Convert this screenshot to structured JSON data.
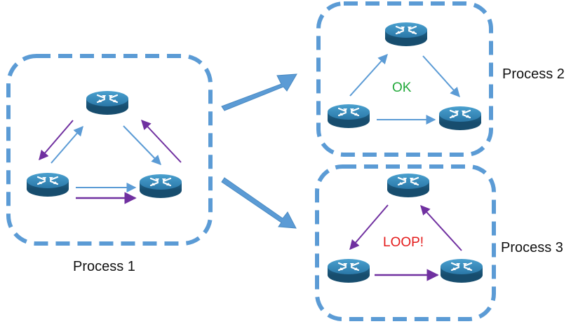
{
  "colors": {
    "frame": "#5b9bd5",
    "blue_arrow": "#5b9bd5",
    "purple_arrow": "#7030a0",
    "router_top": "#2e7fae",
    "router_side": "#1e5f86",
    "ok": "#22a93a",
    "loop": "#e41a1a"
  },
  "icons": {
    "router": "router-icon",
    "transition": "block-arrow-icon"
  },
  "process1": {
    "label": "Process 1"
  },
  "process2": {
    "label": "Process 2",
    "status": "OK"
  },
  "process3": {
    "label": "Process 3",
    "status": "LOOP!"
  }
}
